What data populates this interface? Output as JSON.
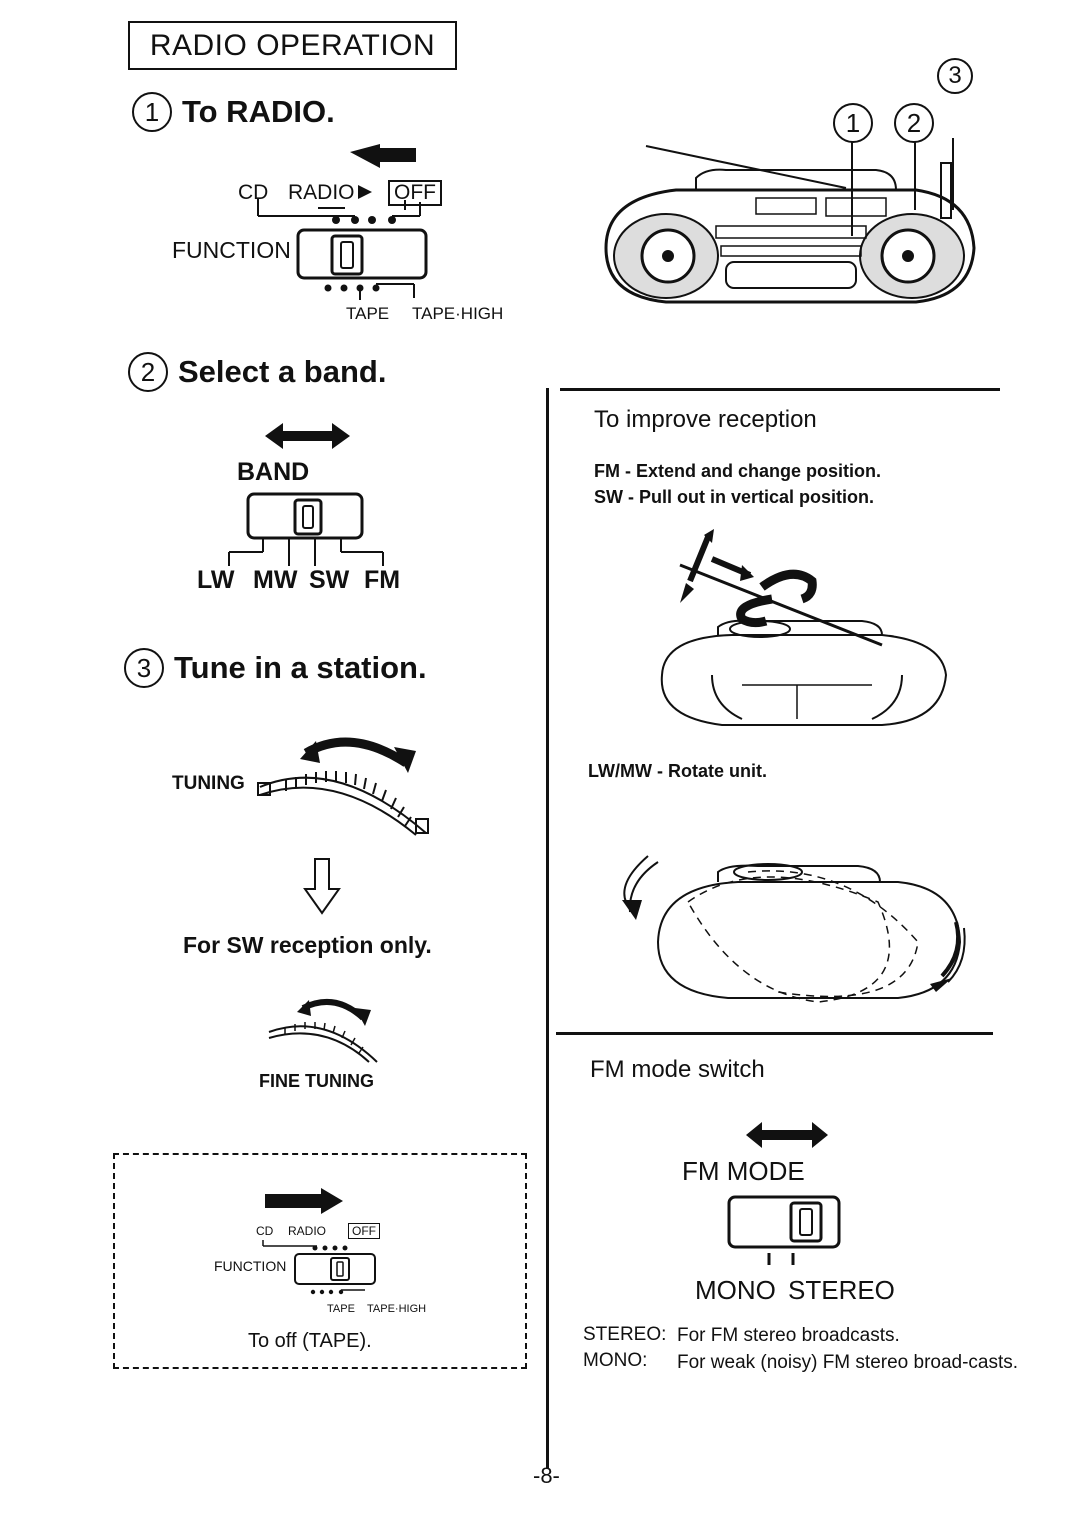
{
  "title": "RADIO OPERATION",
  "steps": [
    {
      "num": "1",
      "text": "To RADIO."
    },
    {
      "num": "2",
      "text": "Select a band."
    },
    {
      "num": "3",
      "text": "Tune in a station."
    }
  ],
  "function_switch": {
    "label": "FUNCTION",
    "top_labels": {
      "cd": "CD",
      "radio": "RADIO",
      "off": "OFF"
    },
    "bottom_labels": {
      "tape": "TAPE",
      "tape_high": "TAPE·HIGH"
    }
  },
  "band_switch": {
    "label": "BAND",
    "positions": [
      "LW",
      "MW",
      "SW",
      "FM"
    ]
  },
  "tuning": {
    "label": "TUNING",
    "sw_note": "For SW reception only.",
    "fine_label": "FINE TUNING"
  },
  "off_box": {
    "caption": "To off (TAPE)."
  },
  "callouts": [
    "1",
    "2",
    "3"
  ],
  "reception": {
    "heading": "To improve reception",
    "fm": "FM - Extend and change position.",
    "sw": "SW - Pull out in vertical position.",
    "lwmw": "LW/MW - Rotate unit."
  },
  "fm_mode": {
    "heading": "FM mode switch",
    "label": "FM MODE",
    "positions": {
      "mono": "MONO",
      "stereo": "STEREO"
    },
    "legend": [
      {
        "key": "STEREO:",
        "text": "For FM stereo broadcasts."
      },
      {
        "key": "MONO:",
        "text": "For weak (noisy) FM stereo broad-casts."
      }
    ]
  },
  "page_number": "-8-"
}
